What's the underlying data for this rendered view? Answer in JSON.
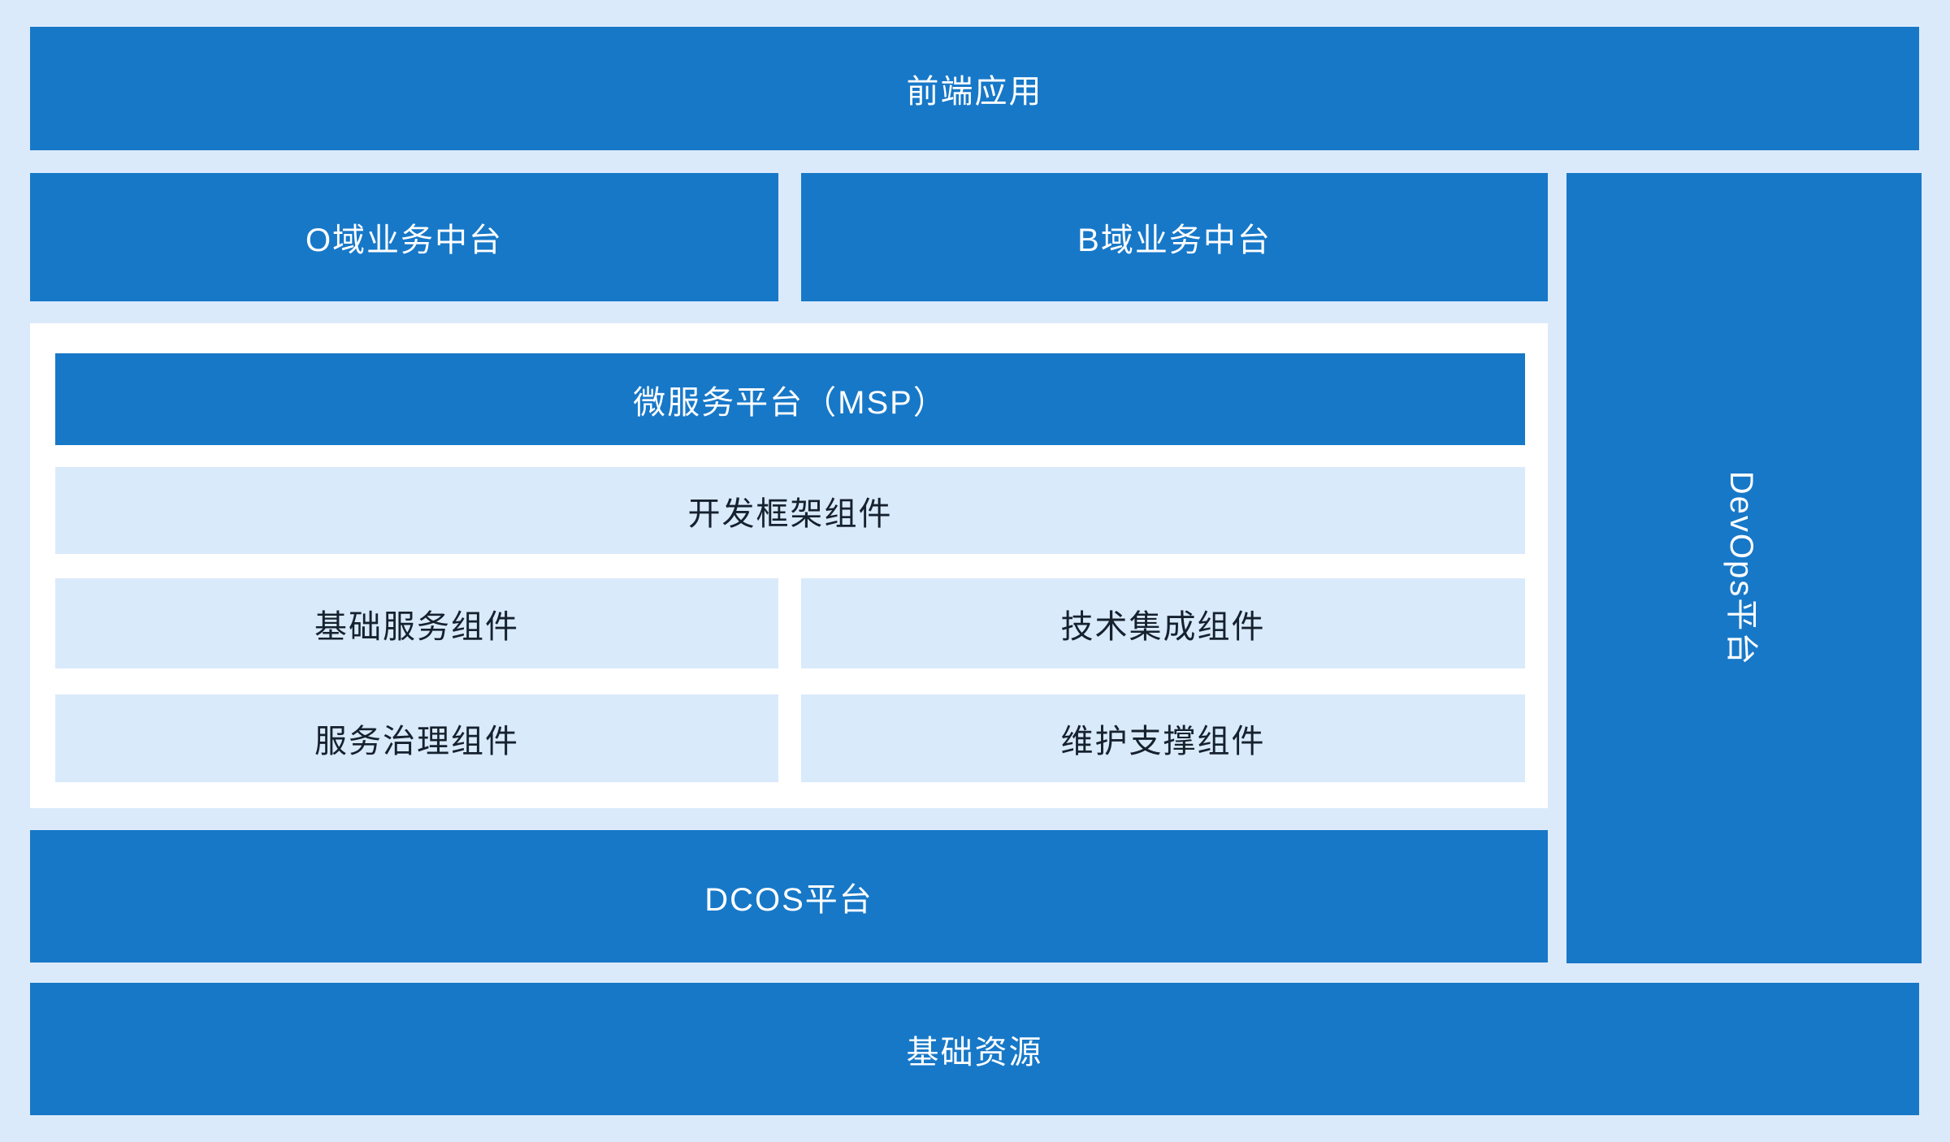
{
  "colors": {
    "primary-blue": "#1778c8",
    "page-bg": "#dbeafb",
    "panel-white": "#ffffff",
    "light-box": "#d9eafb",
    "dark-text": "#16212e",
    "light-text": "#ffffff"
  },
  "layers": {
    "frontend": {
      "label": "前端应用"
    },
    "middle_platforms": [
      {
        "label": "O域业务中台"
      },
      {
        "label": "B域业务中台"
      }
    ],
    "devops": {
      "label": "DevOps平台"
    },
    "msp": {
      "title": "微服务平台（MSP）",
      "components": [
        {
          "label": "开发框架组件",
          "span": "full"
        },
        {
          "label": "基础服务组件",
          "span": "half"
        },
        {
          "label": "技术集成组件",
          "span": "half"
        },
        {
          "label": "服务治理组件",
          "span": "half"
        },
        {
          "label": "维护支撑组件",
          "span": "half"
        }
      ]
    },
    "dcos": {
      "label": "DCOS平台"
    },
    "infrastructure": {
      "label": "基础资源"
    }
  }
}
